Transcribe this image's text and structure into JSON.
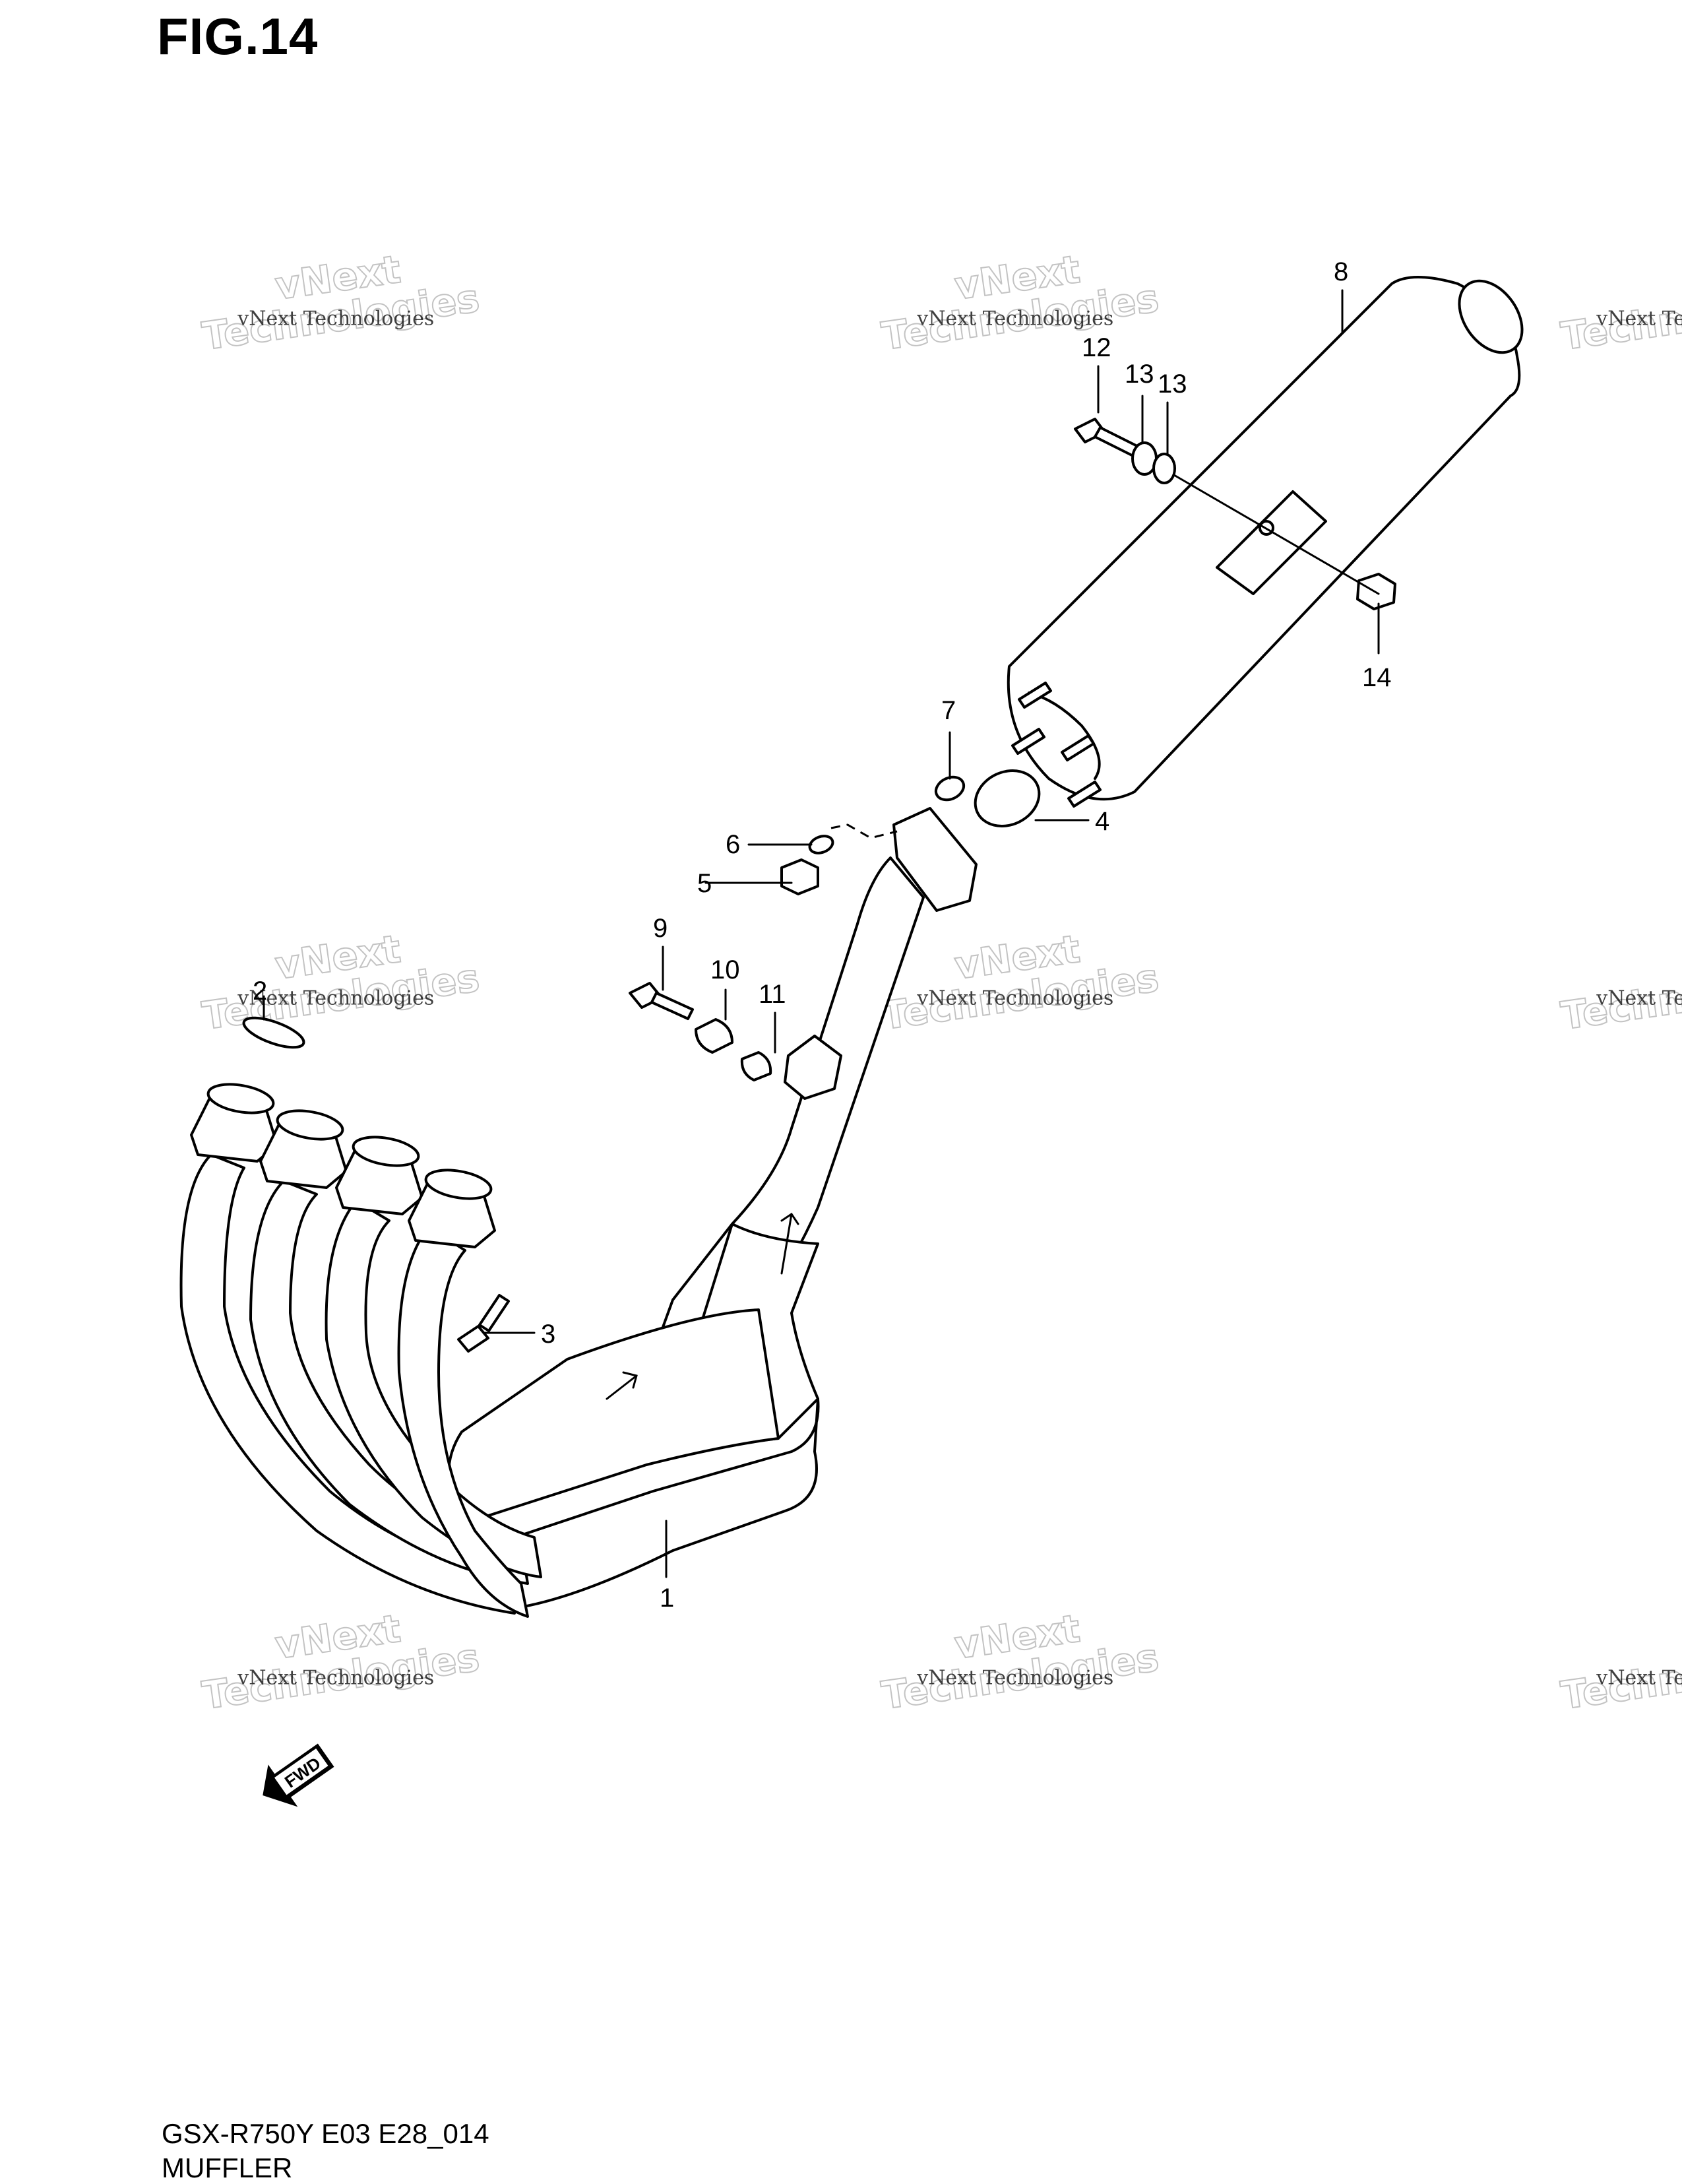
{
  "figure": {
    "title": "FIG.14",
    "footer_code": "GSX-R750Y E03 E28_014",
    "footer_name": "MUFFLER"
  },
  "callouts": [
    "1",
    "2",
    "3",
    "4",
    "5",
    "6",
    "7",
    "8",
    "9",
    "10",
    "11",
    "12",
    "13",
    "13",
    "14"
  ],
  "watermark": {
    "line1": "vNext",
    "line2": "Technologies",
    "line3": "vNext Technologies"
  },
  "fwd_label": "FWD"
}
